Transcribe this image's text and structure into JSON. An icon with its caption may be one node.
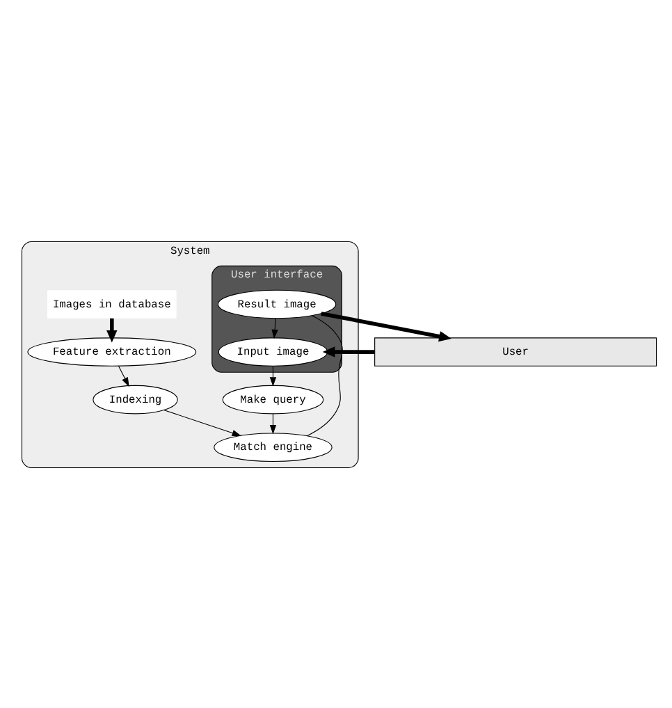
{
  "diagram": {
    "nodes": [
      {
        "text": [
          "System"
        ]
      },
      {
        "text": [
          "Images in database"
        ],
        "in": 0
      },
      {
        "text": [
          "Feature extraction"
        ],
        "in": 0
      },
      {
        "text": [
          "Indexing"
        ],
        "in": 0
      },
      {
        "text": [
          "Make query"
        ],
        "in": 0
      },
      {
        "text": [
          "Match engine"
        ],
        "in": 0
      },
      {
        "text": [
          "User interface"
        ],
        "in": 0
      },
      {
        "text": [
          "Input image"
        ],
        "in": 6
      },
      {
        "text": [
          "Result image"
        ],
        "in": 6
      },
      {
        "text": [
          "User"
        ]
      }
    ],
    "edges": [
      {
        "from": 1,
        "to": 2,
        "arrow": "to",
        "style": "thick"
      },
      {
        "from": 2,
        "to": 3,
        "arrow": "to"
      },
      {
        "from": 3,
        "to": 5,
        "arrow": "to"
      },
      {
        "from": 4,
        "to": 5,
        "arrow": "to"
      },
      {
        "from": 7,
        "to": 4,
        "arrow": "to"
      },
      {
        "from": 5,
        "to": 8,
        "arrow": "none"
      },
      {
        "from": 8,
        "to": 7,
        "arrow": "to"
      },
      {
        "from": 9,
        "to": 7,
        "arrow": "to",
        "style": "thick"
      },
      {
        "from": 8,
        "to": 9,
        "arrow": "to",
        "style": "thick"
      }
    ]
  }
}
